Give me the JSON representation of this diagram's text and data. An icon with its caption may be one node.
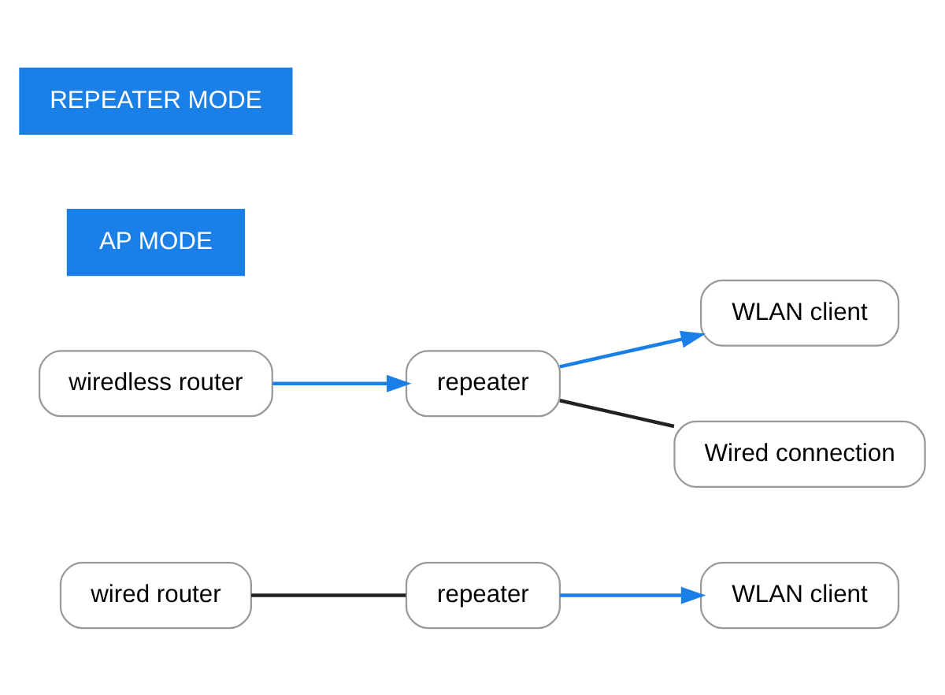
{
  "diagram": {
    "nodes": [
      {
        "text": [
          "wired router"
        ]
      },
      {
        "text": [
          "repeater"
        ]
      },
      {
        "text": [
          "WLAN client"
        ]
      },
      {
        "text": [
          "wiredless router"
        ]
      },
      {
        "text": [
          "repeater"
        ]
      },
      {
        "text": [
          "WLAN client"
        ]
      },
      {
        "text": [
          "Wired connection"
        ]
      }
    ],
    "edges": [
      {
        "from": 0,
        "to": 1,
        "arrow": "none",
        "color": "#222222"
      },
      {
        "from": 1,
        "to": 2,
        "arrow": "to"
      },
      {
        "from": 3,
        "to": 4,
        "arrow": "to"
      },
      {
        "from": 4,
        "to": 5,
        "arrow": "to"
      },
      {
        "from": 4,
        "to": 6,
        "arrow": "none",
        "color": "#222222"
      }
    ],
    "labels": [
      "AP MODE",
      "REPEATER MODE"
    ]
  }
}
